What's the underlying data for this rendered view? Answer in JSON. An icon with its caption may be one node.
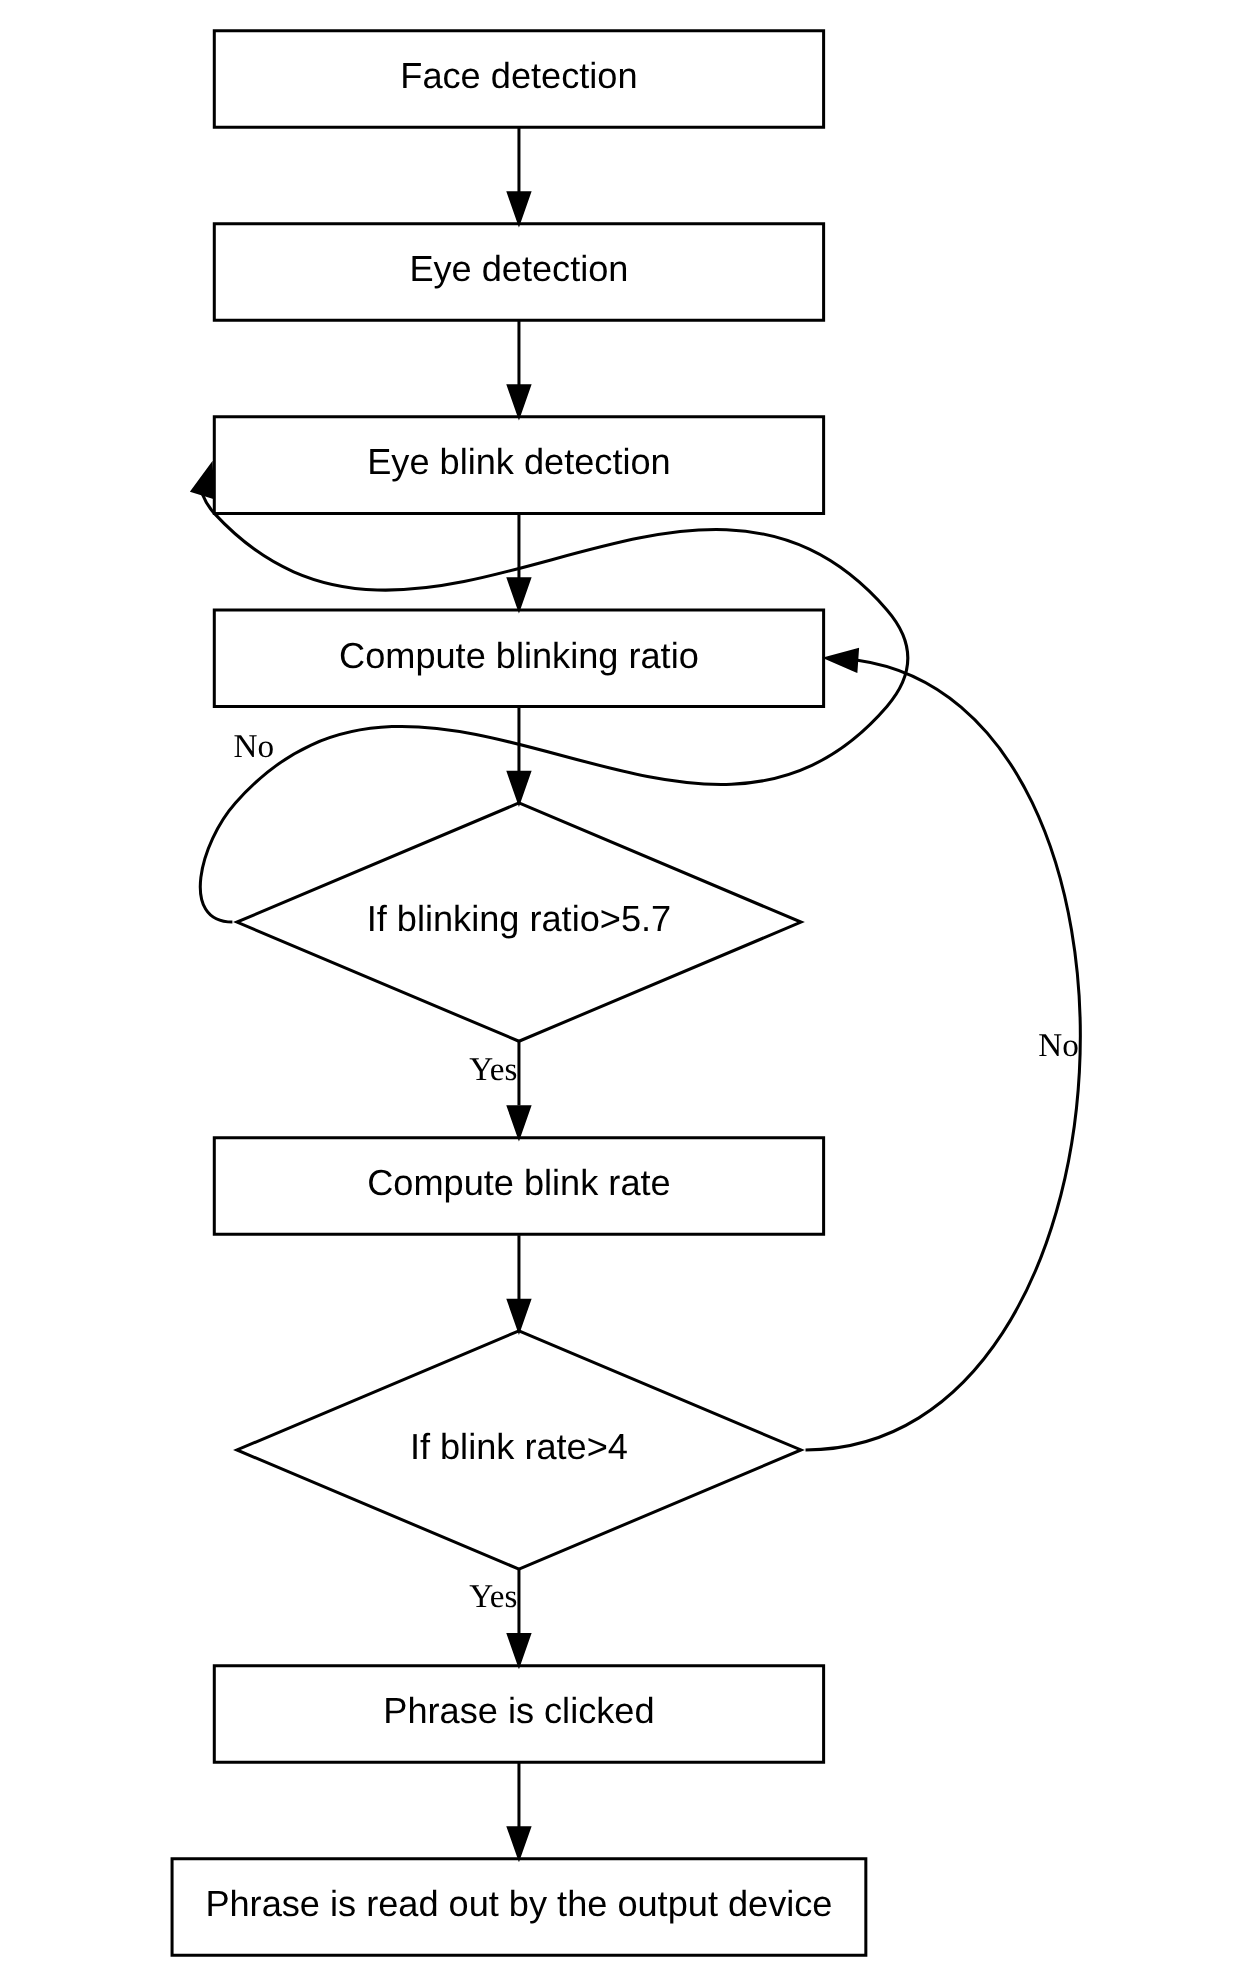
{
  "diagram": {
    "nodes": [
      {
        "text": [
          "Face detection"
        ]
      },
      {
        "text": [
          "Eye detection"
        ]
      },
      {
        "text": [
          "Eye blink detection"
        ]
      },
      {
        "text": [
          "Compute blinking ratio"
        ]
      },
      {
        "text": [
          "If blinking ratio>5.7"
        ]
      },
      {
        "text": [
          "Compute blink rate"
        ]
      },
      {
        "text": [
          "If blink rate>4"
        ]
      },
      {
        "text": [
          "Phrase is clicked"
        ]
      },
      {
        "text": [
          "Phrase is read out by the output device"
        ]
      }
    ],
    "edges": [
      {
        "from": 0,
        "to": 1,
        "arrow": "to"
      },
      {
        "from": 1,
        "to": 2,
        "arrow": "to"
      },
      {
        "from": 2,
        "to": 3,
        "arrow": "to"
      },
      {
        "from": 3,
        "to": 4,
        "arrow": "to"
      },
      {
        "from": 4,
        "to": 2,
        "arrow": "to",
        "label": "No"
      },
      {
        "from": 4,
        "to": 5,
        "arrow": "to",
        "label": "Yes"
      },
      {
        "from": 5,
        "to": 6,
        "arrow": "to"
      },
      {
        "from": 6,
        "to": 3,
        "arrow": "to",
        "label": "No"
      },
      {
        "from": 6,
        "to": 7,
        "arrow": "to",
        "label": "Yes"
      },
      {
        "from": 7,
        "to": 8,
        "arrow": "to"
      }
    ]
  }
}
